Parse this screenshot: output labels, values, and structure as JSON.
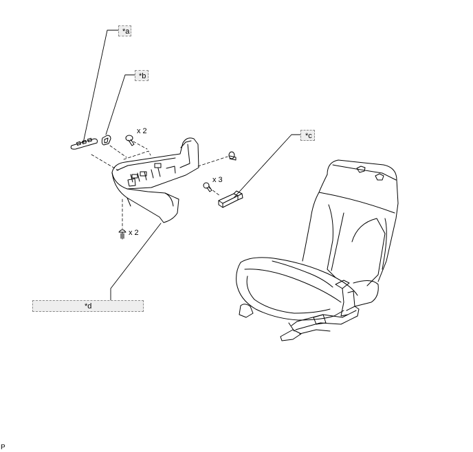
{
  "callouts": {
    "a": "*a",
    "b": "*b",
    "c": "*c",
    "d": "*d"
  },
  "quantities": {
    "upper_screw": "x 2",
    "right_screw": "x 3",
    "lower_screw": "x 2"
  },
  "image_id": "P"
}
